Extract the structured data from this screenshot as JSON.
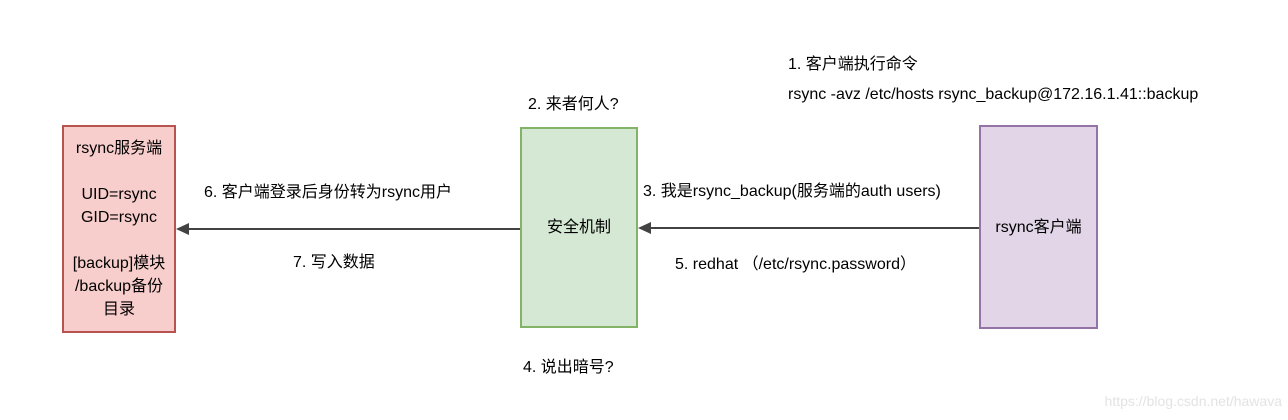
{
  "diagram": {
    "nodes": {
      "server": {
        "label": "rsync服务端\n\nUID=rsync\nGID=rsync\n\n[backup]模块\n/backup备份\n目录",
        "fill": "#F8CECC",
        "border": "#B85450"
      },
      "security": {
        "label": "安全机制",
        "fill": "#D5E8D4",
        "border": "#82B366"
      },
      "client": {
        "label": "rsync客户端",
        "fill": "#E1D5E7",
        "border": "#9673A6"
      }
    },
    "annotations": {
      "step1_title": "1. 客户端执行命令",
      "step1_command": "rsync -avz /etc/hosts rsync_backup@172.16.1.41::backup",
      "step2": "2. 来者何人?",
      "step3": "3. 我是rsync_backup(服务端的auth users)",
      "step4": "4. 说出暗号?",
      "step5": "5. redhat （/etc/rsync.password）",
      "step6": "6. 客户端登录后身份转为rsync用户",
      "step7": "7. 写入数据"
    },
    "arrows": {
      "client_to_security": "from rsync客户端 to 安全机制",
      "security_to_server": "from 安全机制 to rsync服务端",
      "color": "#424242"
    },
    "watermark": {
      "text": "https://blog.csdn.net/hawava",
      "color": "#e3e3e3"
    }
  }
}
